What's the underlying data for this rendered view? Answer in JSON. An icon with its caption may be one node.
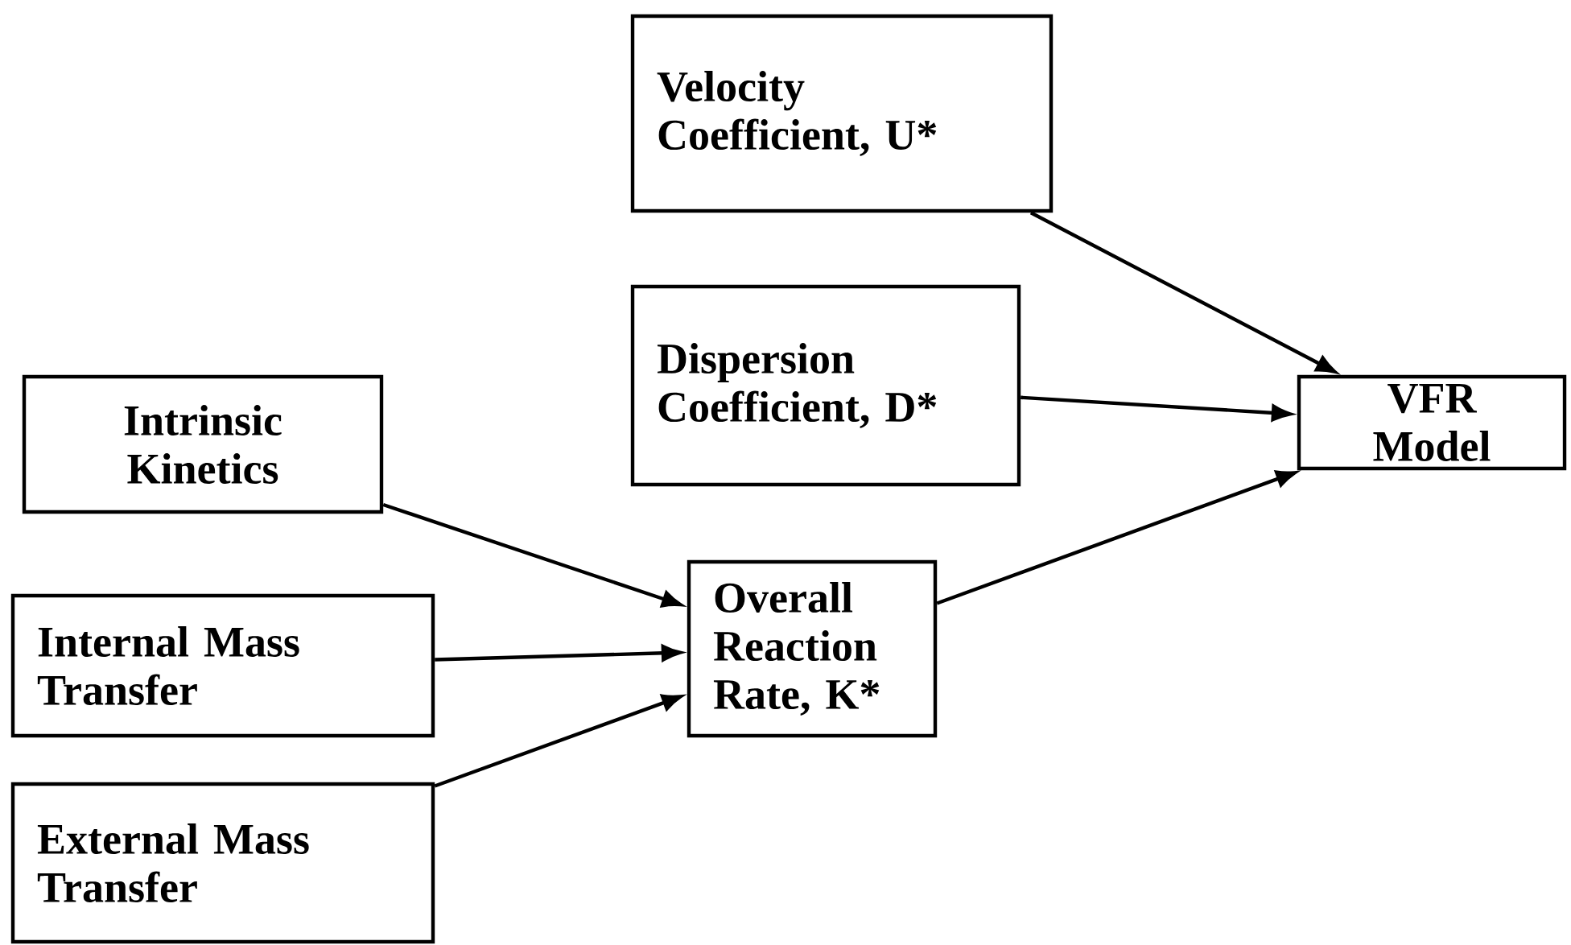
{
  "diagram": {
    "nodes": [
      {
        "text": [
          "Velocity Coefficient, U*"
        ]
      },
      {
        "text": [
          "Dispersion Coefficient, D*"
        ]
      },
      {
        "text": [
          "Intrinsic Kinetics"
        ]
      },
      {
        "text": [
          "VFR Model"
        ]
      },
      {
        "text": [
          "Overall Reaction Rate, K*"
        ]
      },
      {
        "text": [
          "Internal Mass Transfer"
        ]
      },
      {
        "text": [
          "External Mass Transfer"
        ]
      }
    ],
    "edges": [
      {
        "from": 0,
        "to": 3,
        "arrow": "to"
      },
      {
        "from": 1,
        "to": 3,
        "arrow": "to"
      },
      {
        "from": 4,
        "to": 3,
        "arrow": "to"
      },
      {
        "from": 2,
        "to": 4,
        "arrow": "to"
      },
      {
        "from": 5,
        "to": 4,
        "arrow": "to"
      },
      {
        "from": 6,
        "to": 4,
        "arrow": "to"
      }
    ]
  }
}
